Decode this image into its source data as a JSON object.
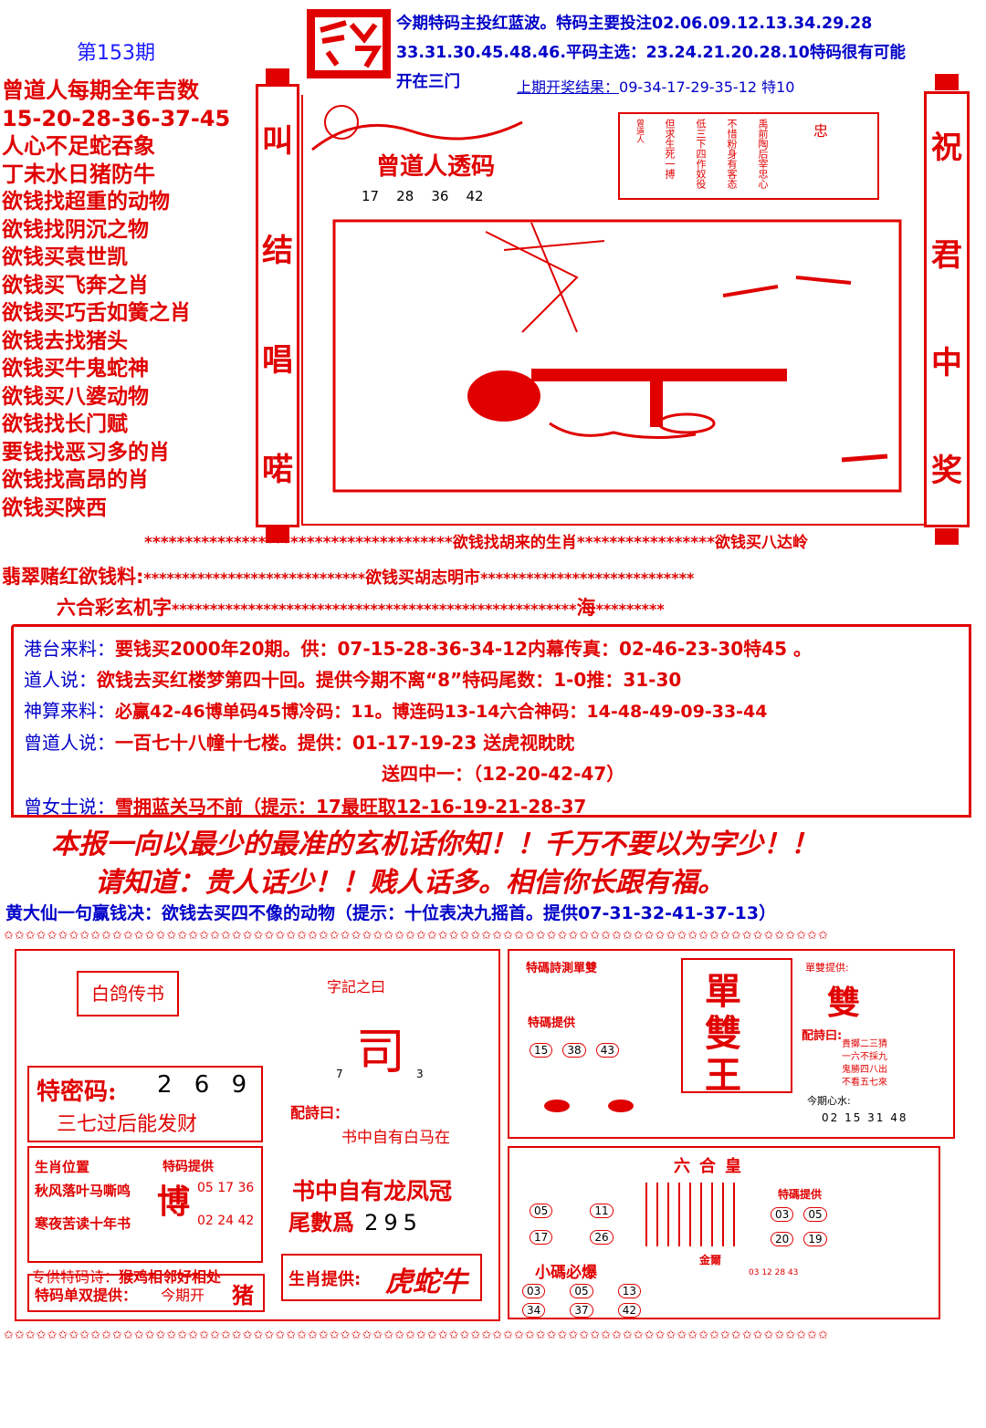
{
  "issue": "第153期",
  "left_column": {
    "lines": [
      "曾道人每期全年吉数",
      "15-20-28-36-37-45",
      "人心不足蛇吞象",
      "丁未水日猪防牛",
      "欲钱找超重的动物",
      "欲钱找阴沉之物",
      "欲钱买袁世凯",
      "欲钱买飞奔之肖",
      "欲钱买巧舌如簧之肖",
      "欲钱去找猪头",
      "欲钱买牛鬼蛇神",
      "欲钱买八婆动物",
      "欲钱找长门赋",
      "要钱找恶习多的肖",
      "欲钱找高昂的肖",
      "欲钱买陕西"
    ]
  },
  "header": {
    "line1": "今期特码主投红蓝波。特码主要投注02.06.09.12.13.34.29.28",
    "line2": "33.31.30.45.48.46.平码主选：23.24.21.20.28.10特码很有可能",
    "line3": "开在三门",
    "last_result_label": "上期开奖结果：",
    "last_result_value": "09-34-17-29-35-12 特10"
  },
  "picture": {
    "title": "曾道人透码",
    "numbers": "17    28    36    42",
    "verse_right": "忠",
    "verse_cols": [
      "禹前陶后宰忠心",
      "不惜粉身有客态",
      "低三下四作奴役",
      "但求生死一搏",
      "曾道人"
    ]
  },
  "right_scroll": [
    "祝",
    "君",
    "中",
    "奖"
  ],
  "middle_scroll": [
    "叫",
    "结",
    "唱",
    "喏"
  ],
  "star_rows": {
    "row1_text": "欲钱找胡来的生肖",
    "row1_text2": "欲钱买八达岭",
    "row2_label": "翡翠赌红欲钱料:",
    "row2_text": "欲钱买胡志明市",
    "row3_label": "六合彩玄机字",
    "row3_text": "海"
  },
  "info_box": {
    "rows": [
      {
        "label": "港台来料：",
        "text": "要钱买2000年20期。供：07-15-28-36-34-12内幕传真：02-46-23-30特45 。"
      },
      {
        "label": "道人说：",
        "text": "欲钱去买红楼梦第四十回。提供今期不离“8”特码尾数：1-0推：31-30"
      },
      {
        "label": "神算来料：",
        "text": "必赢42-46博单码45博冷码：11。博连码13-14六合神码：14-48-49-09-33-44"
      },
      {
        "label": "曾道人说：",
        "text": "一百七十八幢十七楼。提供：01-17-19-23 送虎视眈眈"
      },
      {
        "label": "",
        "text": "送四中一：（12-20-42-47）"
      },
      {
        "label": "曾女士说：",
        "text": "雪拥蓝关马不前（提示：17最旺取12-16-19-21-28-37"
      }
    ]
  },
  "slogan": {
    "line1": "本报一向以最少的最准的玄机话你知！！千万不要以为字少！！",
    "line2": "请知道：贵人话少！！贱人话多。相信你长跟有福。"
  },
  "huang_daxian": "黄大仙一句赢钱决：欲钱去买四不像的动物（提示：十位表决九摇首。提供07-31-32-41-37-13）",
  "bottom_left": {
    "pigeon_title": "白鸽传书",
    "secret_label": "特密码:",
    "secret_value": "2 6 9",
    "phrase": "三七过后能发财",
    "zodiac_pos_label": "生肖位置",
    "poem1": "秋风落叶马嘶鸣",
    "poem2": "寒夜苦读十年书",
    "special_label": "特码提供",
    "bo": "博",
    "special_nums1": "05 17 36",
    "special_nums2": "02 24 42",
    "poem_label": "专供特码诗：",
    "poem_text": "猴鸡相邻好相处",
    "single_double_label": "特码单双提供：",
    "single_double_text": "今期开",
    "pig": "猪"
  },
  "bottom_center": {
    "word_title": "字記之曰",
    "big_char": "司",
    "seven": "7",
    "three": "3",
    "poem_label": "配詩曰：",
    "poem": "书中自有白马在",
    "line2": "书中自有龙凤冠",
    "tail_label": "尾數爲",
    "tail_value": "295",
    "zodiac_label": "生肖提供:",
    "zodiac_value": "虎蛇牛"
  },
  "bottom_right_top": {
    "title": "特碼詩測單雙",
    "nums_label": "特碼提供",
    "nums": [
      "15",
      "38",
      "43"
    ],
    "big_chars": [
      "單",
      "雙",
      "王"
    ],
    "fortune_label": "單雙提供:",
    "fortune_char": "雙",
    "poem_label": "配詩曰:",
    "poem_lines": [
      "貴擲二三猜",
      "一六不採九",
      "鬼勝四八出",
      "不看五七來"
    ],
    "today_label": "今期心水:",
    "today_nums": "02 15 31 48"
  },
  "bottom_right_bottom": {
    "title": "六合皇",
    "left_nums": [
      "05",
      "11",
      "17",
      "26"
    ],
    "small_label": "小碼必爆",
    "small_nums": [
      "03",
      "05",
      "13",
      "34",
      "37",
      "42"
    ],
    "right_label": "特碼提供",
    "right_nums": [
      "03",
      "05",
      "20",
      "19"
    ],
    "gold_label": "金爾",
    "footer": "03 12 28 43"
  },
  "chart_data": null
}
